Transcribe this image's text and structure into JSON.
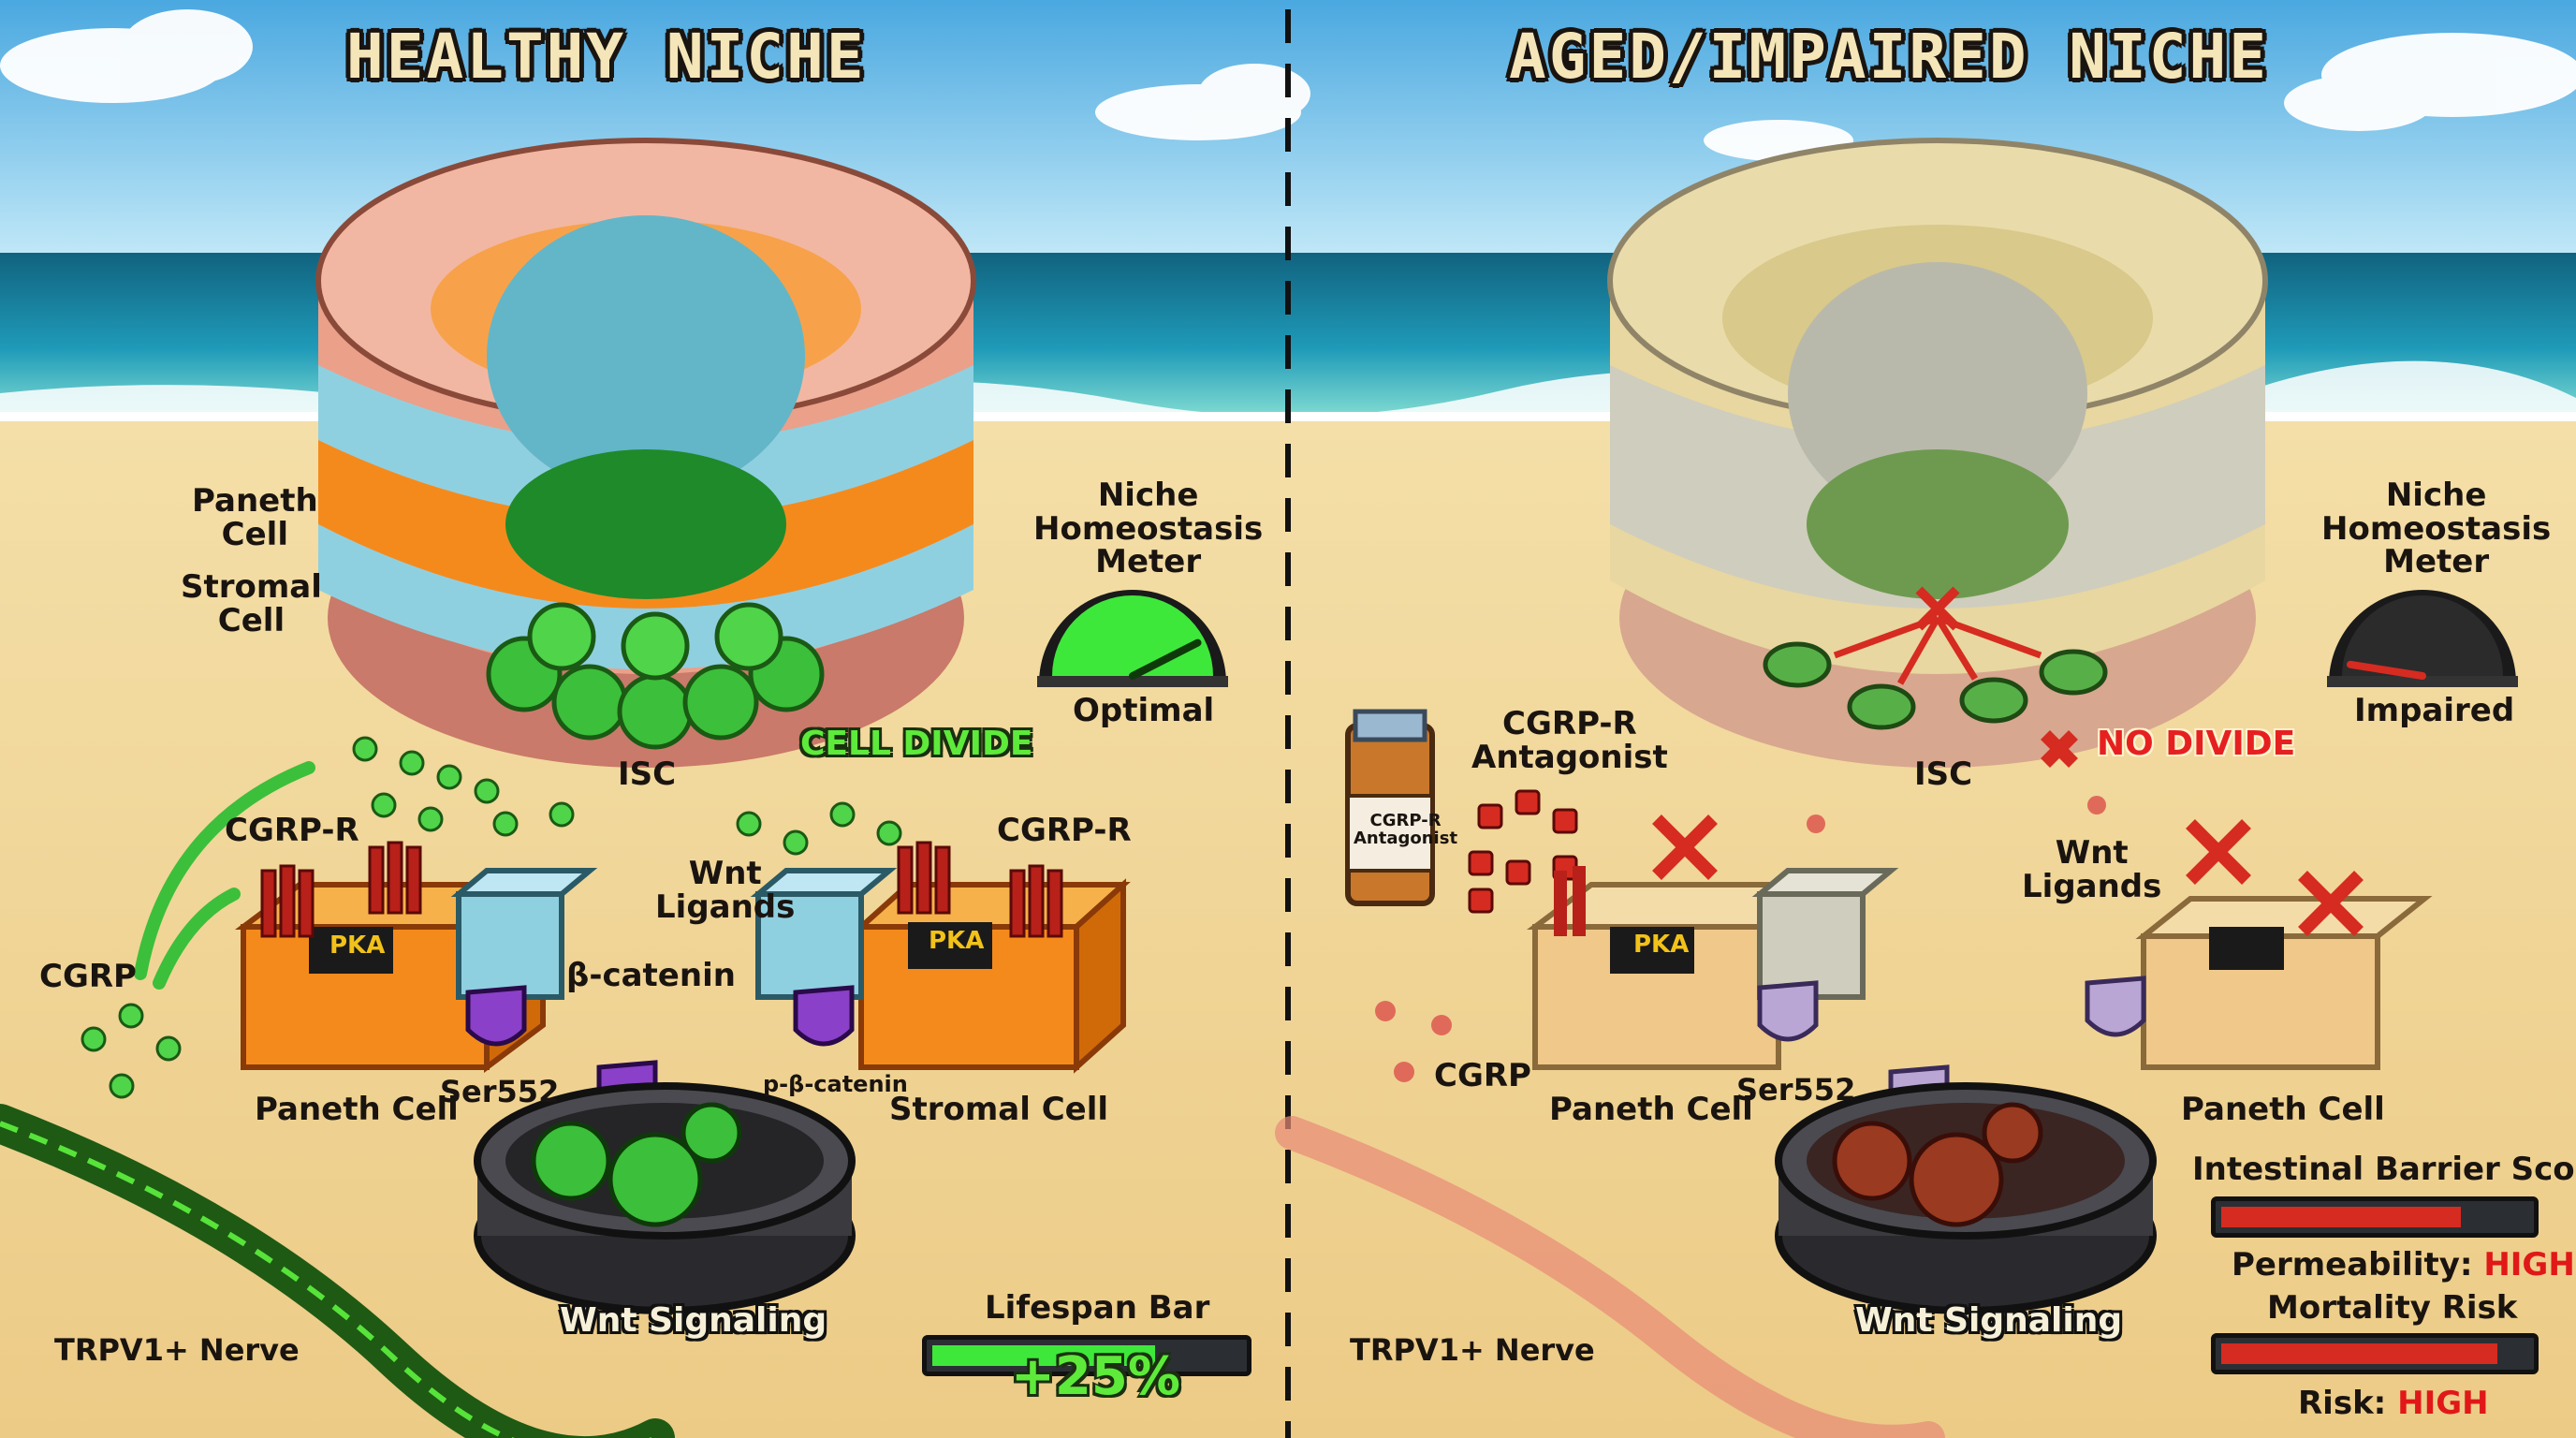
{
  "titles": {
    "healthy": "HEALTHY NICHE",
    "aged": "AGED/IMPAIRED NICHE"
  },
  "healthy": {
    "paneth_cell_side": "Paneth\nCell",
    "stromal_cell_side": "Stromal\nCell",
    "isc": "ISC",
    "cell_divide": "CELL DIVIDE",
    "cgrp_r_left": "CGRP-R",
    "cgrp_r_right": "CGRP-R",
    "cgrp": "CGRP",
    "wnt_ligands": "Wnt\nLigands",
    "beta_catenin": "β-catenin",
    "pka_left": "PKA",
    "pka_right": "PKA",
    "paneth_cell": "Paneth Cell",
    "ser552": "Ser552",
    "p_beta_catenin": "p-β-catenin",
    "stromal_cell": "Stromal Cell",
    "wnt_signaling": "Wnt Signaling",
    "trpv1_nerve": "TRPV1+ Nerve",
    "meter_title": "Niche\nHomeostasis\nMeter",
    "meter_status": "Optimal",
    "meter_level": 0.85,
    "lifespan_title": "Lifespan Bar",
    "lifespan_value": "+25%",
    "lifespan_fill": 0.72
  },
  "aged": {
    "isc": "ISC",
    "no_divide": "NO DIVIDE",
    "cgrp_r_antagonist": "CGRP-R\nAntagonist",
    "bottle_label": "CGRP-R\nAntagonist",
    "pka": "PKA",
    "cgrp": "CGRP",
    "wnt_ligands": "Wnt\nLigands",
    "paneth_cell_left": "Paneth Cell",
    "ser552": "Ser552",
    "paneth_cell_right": "Paneth Cell",
    "wnt_signaling": "Wnt Signaling",
    "trpv1_nerve": "TRPV1+ Nerve",
    "meter_title": "Niche\nHomeostasis\nMeter",
    "meter_status": "Impaired",
    "meter_level": 0.05,
    "barrier_title": "Intestinal Barrier Score",
    "barrier_fill": 0.78,
    "permeability_label": "Permeability: ",
    "permeability_value": "HIGH",
    "mortality_title": "Mortality Risk",
    "mortality_fill": 0.9,
    "risk_label": "Risk: ",
    "risk_value": "HIGH"
  },
  "colors": {
    "sky": "#8fd3f0",
    "sea": "#1e9ab8",
    "sand": "#f2d79a",
    "paneth_orange": "#f58a1c",
    "stromal_blue": "#8fd0e0",
    "epithelium_pink": "#eba08a",
    "isc_green": "#3cbf3a",
    "signal_green": "#49e33a",
    "impaired_red": "#d62b20",
    "aged_yellow": "#e8d7a0",
    "aged_gray": "#cfcdbd"
  }
}
